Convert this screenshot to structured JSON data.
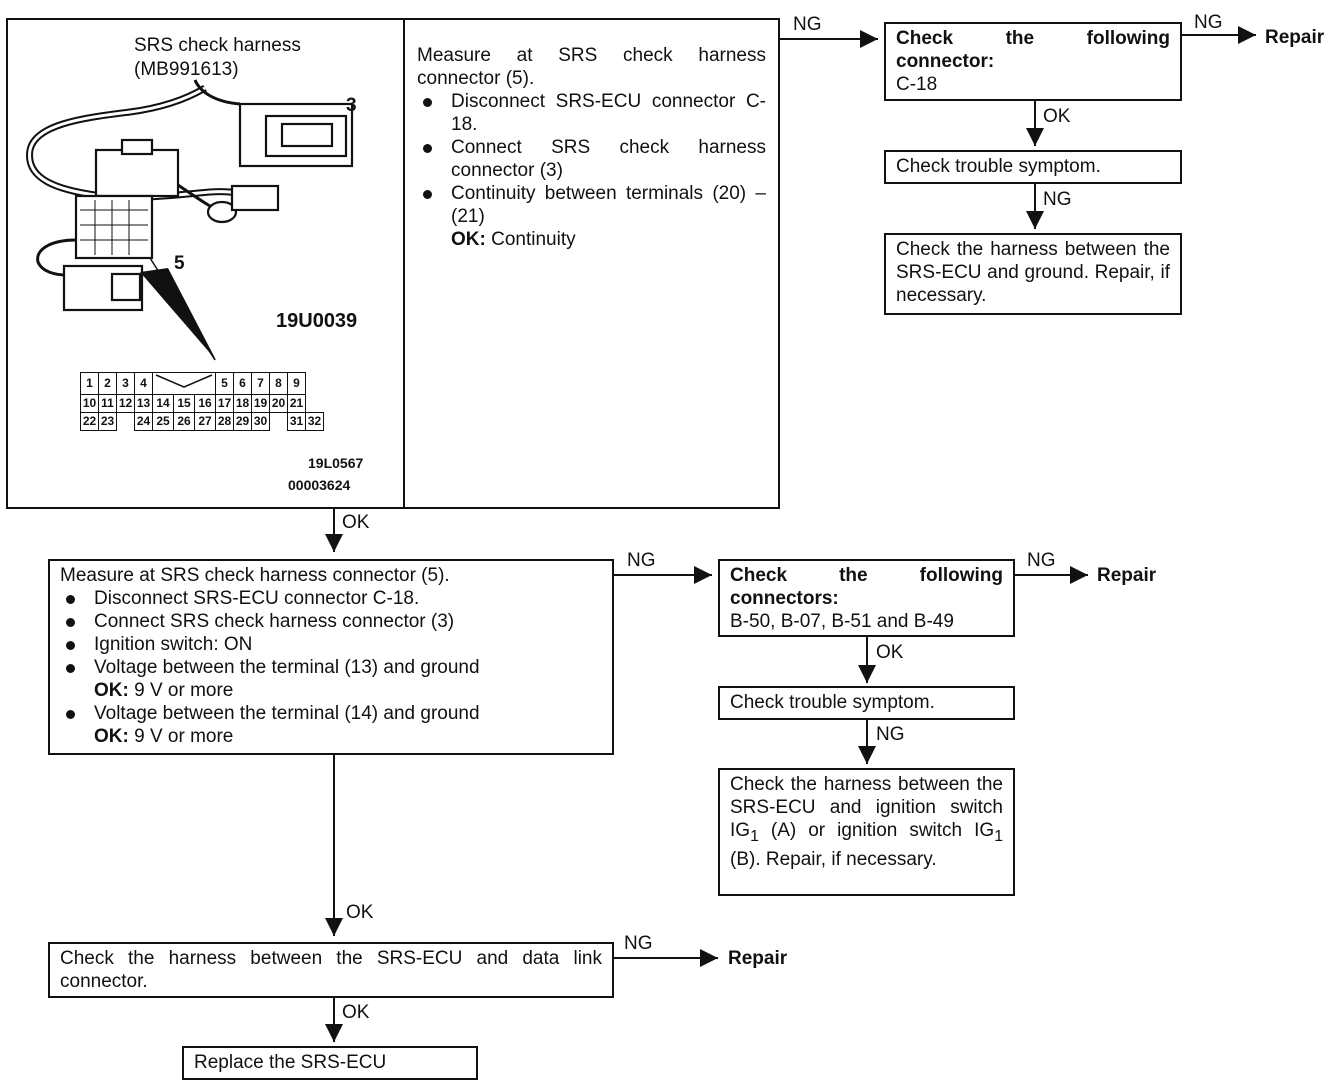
{
  "figure": {
    "title_line1": "SRS check harness",
    "title_line2": "(MB991613)",
    "label_3": "3",
    "label_5": "5",
    "code_main": "19U0039",
    "code_small": "19L0567",
    "code_bottom": "00003624",
    "pin_rows": [
      [
        "1",
        "2",
        "3",
        "4",
        "",
        "",
        "5",
        "6",
        "7",
        "8",
        "9"
      ],
      [
        "10",
        "11",
        "12",
        "13",
        "14",
        "15",
        "16",
        "17",
        "18",
        "19",
        "20",
        "21"
      ],
      [
        "22",
        "23",
        "",
        "24",
        "25",
        "26",
        "27",
        "28",
        "29",
        "30",
        "",
        "31",
        "32"
      ]
    ]
  },
  "step1": {
    "intro": "Measure at SRS check harness connector (5).",
    "items": [
      "Disconnect SRS-ECU connector C-18.",
      "Connect SRS check harness connector (3)",
      "Continuity between terminals (20) – (21)"
    ],
    "ok_label": "OK:",
    "ok_value": "Continuity"
  },
  "branch1": {
    "check_title": "Check the following connector:",
    "check_value": "C-18",
    "symptom": "Check trouble symptom.",
    "harness": "Check the harness between the SRS-ECU and ground. Repair, if necessary."
  },
  "step2": {
    "intro": "Measure at SRS check harness connector (5).",
    "items": [
      "Disconnect SRS-ECU connector C-18.",
      "Connect SRS check harness connector (3)",
      "Ignition switch: ON",
      "Voltage between the terminal (13) and ground",
      "Voltage between the terminal (14) and ground"
    ],
    "ok_label": "OK:",
    "ok_value": "9 V or more"
  },
  "branch2": {
    "check_title": "Check the following connectors:",
    "check_value": "B-50, B-07, B-51 and B-49",
    "symptom": "Check trouble symptom.",
    "harness_a": "Check the harness between the SRS-ECU and ignition switch IG",
    "harness_sub": "1",
    "harness_b": " (A) or ignition switch IG",
    "harness_c": " (B). Repair, if necessary."
  },
  "step3": {
    "text": "Check the harness between the SRS-ECU and data link connector."
  },
  "final": {
    "text": "Replace the SRS-ECU"
  },
  "labels": {
    "ng": "NG",
    "ok": "OK",
    "repair": "Repair"
  }
}
